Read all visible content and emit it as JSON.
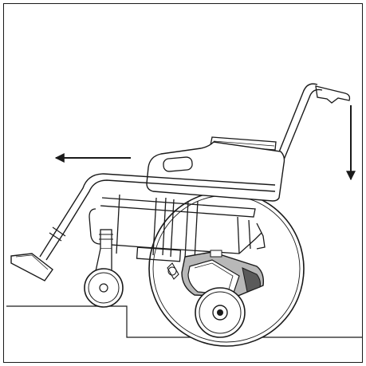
{
  "figure": {
    "subject": "wheelchair-with-powered-stair-climbing-unit",
    "direction_arrows": [
      "move-left",
      "push-down"
    ]
  },
  "colors": {
    "line": "#1a1a1a",
    "background": "#ffffff",
    "mid_gray": "#b8b8b8",
    "dark_gray": "#5a5a5a"
  }
}
